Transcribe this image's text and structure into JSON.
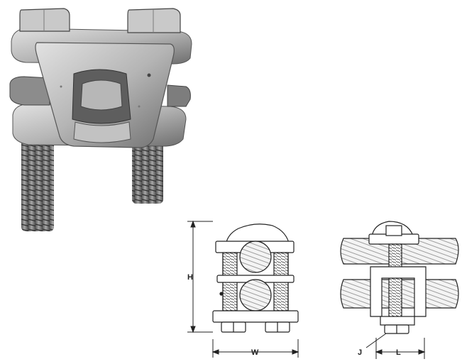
{
  "figure": {
    "photo": "split-bolt-clamp-photo",
    "front_view": "clamp-front-view-drawing",
    "side_view": "clamp-side-view-drawing"
  },
  "dimensions": {
    "height": "H",
    "width": "W",
    "bolt": "J",
    "length": "L"
  },
  "colors": {
    "metal_light": "#cfcfcf",
    "metal_mid": "#9a9a9a",
    "metal_dark": "#4a4a4a",
    "line": "#222222"
  }
}
